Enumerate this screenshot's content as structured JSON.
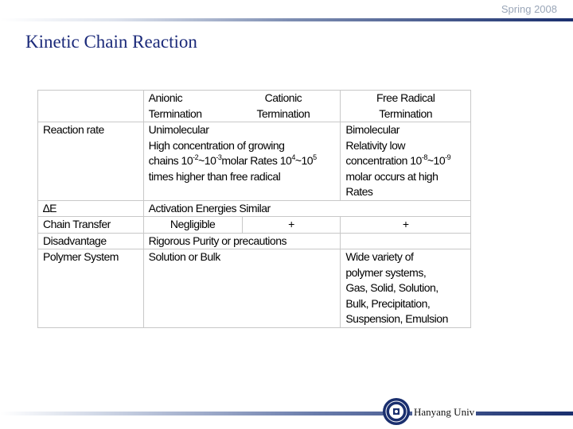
{
  "header": {
    "date_label": "Spring 2008"
  },
  "title": "Kinetic Chain Reaction",
  "table": {
    "head": {
      "anionic": [
        "Anionic",
        "Termination"
      ],
      "cationic": [
        "Cationic",
        "Termination"
      ],
      "free_radical": [
        "Free Radical",
        "Termination"
      ]
    },
    "reaction_rate": {
      "label": "Reaction rate",
      "ionic": {
        "line1": "Unimolecular",
        "line2": "High concentration of growing",
        "line3_a": "chains 10",
        "line3_sup1": "-2",
        "line3_b": "~10",
        "line3_sup2": "-3",
        "line3_c": "molar Rates 10",
        "line3_sup3": "4",
        "line3_d": "~10",
        "line3_sup4": "5",
        "line4": "times higher than free radical"
      },
      "free_radical": {
        "line1": "Bimolecular",
        "line2": "Relativity low",
        "line3_a": "concentration 10",
        "line3_sup1": "-8",
        "line3_b": "~10",
        "line3_sup2": "-9",
        "line4": "molar occurs at high",
        "line5": "Rates"
      }
    },
    "delta_e": {
      "label": "∆E",
      "value": "Activation Energies Similar"
    },
    "chain_transfer": {
      "label": "Chain Transfer",
      "anionic": "Negligible",
      "cationic": "+",
      "free_radical": "+"
    },
    "disadvantage": {
      "label": "Disadvantage",
      "value": "Rigorous Purity or precautions"
    },
    "polymer_system": {
      "label": "Polymer System",
      "ionic": "Solution or Bulk",
      "free_radical": [
        "Wide variety of",
        "polymer systems,",
        "Gas, Solid, Solution,",
        "Bulk, Precipitation,",
        "Suspension, Emulsion"
      ]
    }
  },
  "footer": {
    "university": "Hanyang Univ"
  },
  "colors": {
    "title": "#1b2a7a",
    "rule_dark": "#1a2f6e",
    "header_text": "#9aa6b8"
  }
}
